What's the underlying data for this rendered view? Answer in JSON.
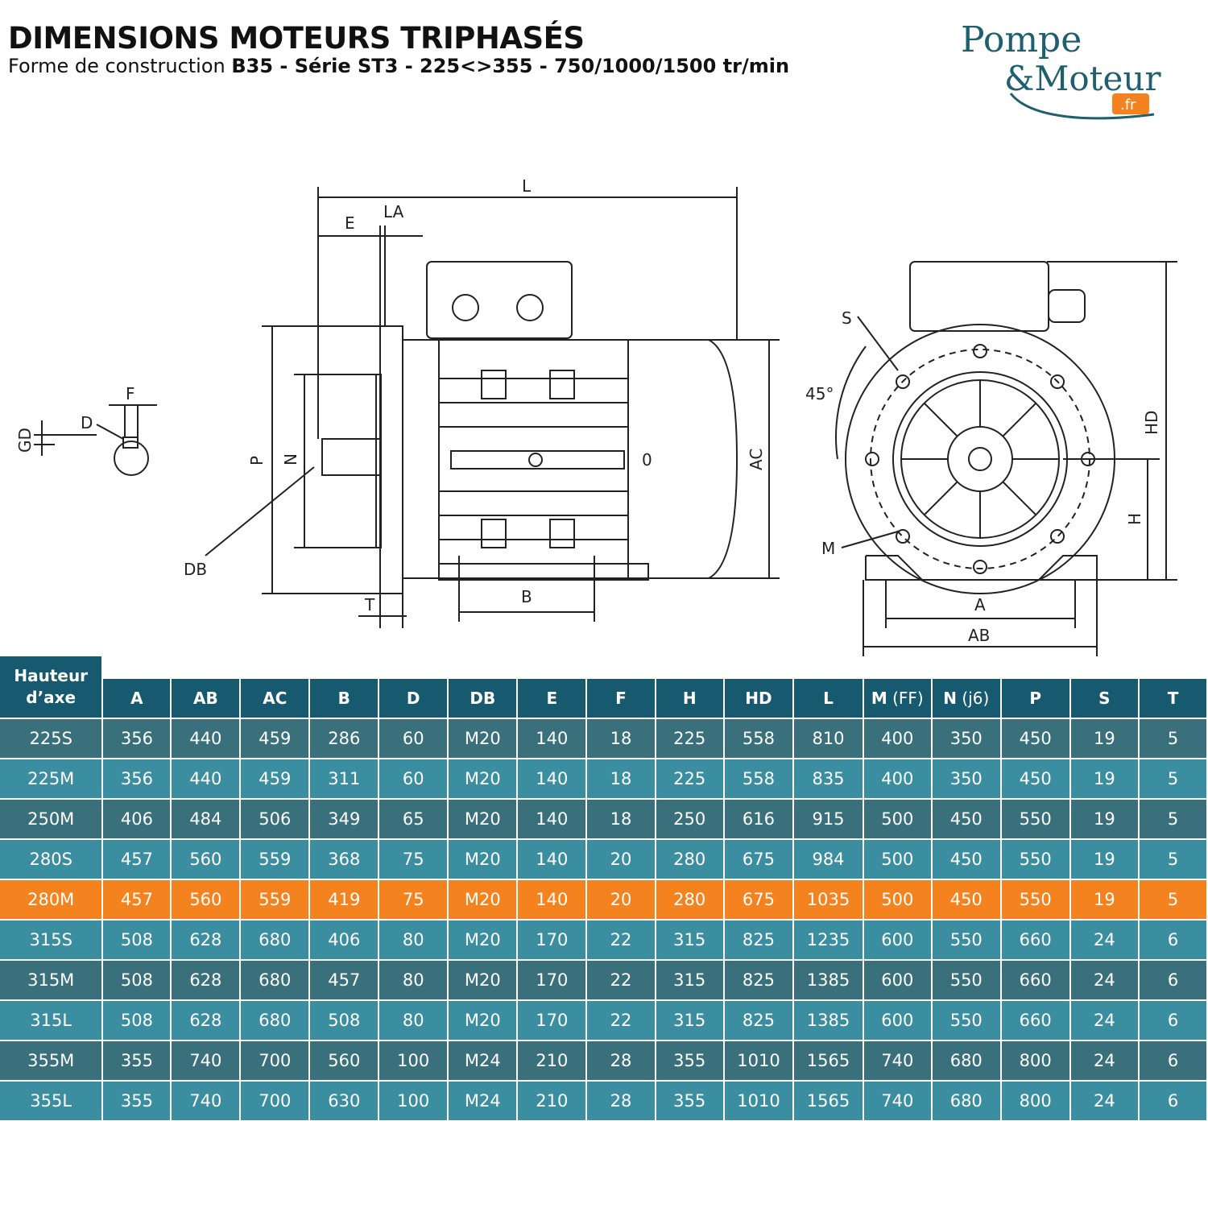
{
  "header": {
    "title": "DIMENSIONS MOTEURS TRIPHASÉS",
    "subtitle_prefix": "Forme de construction ",
    "subtitle_bold": "B35 - Série ST3 - 225<>355 - 750/1000/1500 tr/min"
  },
  "logo": {
    "line1": "Pompe",
    "line2": "&Moteur",
    "suffix": ".fr",
    "colors": {
      "text": "#1f5f6e",
      "swoosh": "#1f5f6e",
      "badge": "#f4821e"
    }
  },
  "drawing": {
    "labels": {
      "L": "L",
      "E": "E",
      "LA": "LA",
      "F": "F",
      "D": "D",
      "GD": "GD",
      "P": "P",
      "N": "N",
      "DB": "DB",
      "T": "T",
      "B": "B",
      "O": "0",
      "AC": "AC",
      "S": "S",
      "angle": "45°",
      "M": "M",
      "HD": "HD",
      "H": "H",
      "A": "A",
      "AB": "AB"
    }
  },
  "table": {
    "corner_header_line1": "Hauteur",
    "corner_header_line2": "d’axe",
    "columns": [
      {
        "label": "A",
        "suffix": ""
      },
      {
        "label": "AB",
        "suffix": ""
      },
      {
        "label": "AC",
        "suffix": ""
      },
      {
        "label": "B",
        "suffix": ""
      },
      {
        "label": "D",
        "suffix": ""
      },
      {
        "label": "DB",
        "suffix": ""
      },
      {
        "label": "E",
        "suffix": ""
      },
      {
        "label": "F",
        "suffix": ""
      },
      {
        "label": "H",
        "suffix": ""
      },
      {
        "label": "HD",
        "suffix": ""
      },
      {
        "label": "L",
        "suffix": ""
      },
      {
        "label": "M",
        "suffix": " (FF)"
      },
      {
        "label": "N",
        "suffix": " (j6)"
      },
      {
        "label": "P",
        "suffix": ""
      },
      {
        "label": "S",
        "suffix": ""
      },
      {
        "label": "T",
        "suffix": ""
      }
    ],
    "highlight_row": "280M",
    "colors": {
      "header": "#17596e",
      "row_dark": "#3a6f7c",
      "row_light": "#3a8ea0",
      "highlight": "#f4821e"
    },
    "rows": [
      [
        "225S",
        "356",
        "440",
        "459",
        "286",
        "60",
        "M20",
        "140",
        "18",
        "225",
        "558",
        "810",
        "400",
        "350",
        "450",
        "19",
        "5"
      ],
      [
        "225M",
        "356",
        "440",
        "459",
        "311",
        "60",
        "M20",
        "140",
        "18",
        "225",
        "558",
        "835",
        "400",
        "350",
        "450",
        "19",
        "5"
      ],
      [
        "250M",
        "406",
        "484",
        "506",
        "349",
        "65",
        "M20",
        "140",
        "18",
        "250",
        "616",
        "915",
        "500",
        "450",
        "550",
        "19",
        "5"
      ],
      [
        "280S",
        "457",
        "560",
        "559",
        "368",
        "75",
        "M20",
        "140",
        "20",
        "280",
        "675",
        "984",
        "500",
        "450",
        "550",
        "19",
        "5"
      ],
      [
        "280M",
        "457",
        "560",
        "559",
        "419",
        "75",
        "M20",
        "140",
        "20",
        "280",
        "675",
        "1035",
        "500",
        "450",
        "550",
        "19",
        "5"
      ],
      [
        "315S",
        "508",
        "628",
        "680",
        "406",
        "80",
        "M20",
        "170",
        "22",
        "315",
        "825",
        "1235",
        "600",
        "550",
        "660",
        "24",
        "6"
      ],
      [
        "315M",
        "508",
        "628",
        "680",
        "457",
        "80",
        "M20",
        "170",
        "22",
        "315",
        "825",
        "1385",
        "600",
        "550",
        "660",
        "24",
        "6"
      ],
      [
        "315L",
        "508",
        "628",
        "680",
        "508",
        "80",
        "M20",
        "170",
        "22",
        "315",
        "825",
        "1385",
        "600",
        "550",
        "660",
        "24",
        "6"
      ],
      [
        "355M",
        "355",
        "740",
        "700",
        "560",
        "100",
        "M24",
        "210",
        "28",
        "355",
        "1010",
        "1565",
        "740",
        "680",
        "800",
        "24",
        "6"
      ],
      [
        "355L",
        "355",
        "740",
        "700",
        "630",
        "100",
        "M24",
        "210",
        "28",
        "355",
        "1010",
        "1565",
        "740",
        "680",
        "800",
        "24",
        "6"
      ]
    ]
  }
}
